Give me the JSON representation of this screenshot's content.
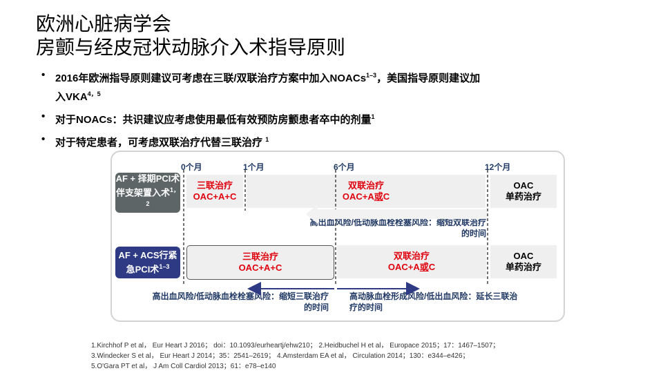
{
  "title": {
    "line1": "欧洲心脏病学会",
    "line2": "房颤与经皮冠状动脉介入术指导原则"
  },
  "bullets": [
    {
      "text_a": "2016年欧洲指导原则建议可考虑在三联/双联治疗方案中加入NOACs",
      "sup_a": "1–3",
      "text_b": "，美国指导原则建议加入VKA",
      "sup_b": "4，5"
    },
    {
      "text_a": "对于NOACs：共识建议应考虑使用最低有效预防房颤患者卒中的剂量",
      "sup_a": "1"
    },
    {
      "text_a": "对于特定患者，可考虑双联治疗代替三联治疗",
      "sup_a": "1"
    }
  ],
  "timeline": {
    "ticks": [
      "0个月",
      "1个月",
      "6个月",
      "12个月"
    ]
  },
  "row1": {
    "label": "AF + 择期PCI术伴支架置入术",
    "label_sup": "1，2",
    "triple_name": "三联治疗",
    "triple_regimen": "OAC+A+C",
    "dual_name": "双联治疗",
    "dual_regimen_a": "OAC+A",
    "dual_regimen_or": "或",
    "dual_regimen_c": "C",
    "oac_name": "OAC",
    "oac_regimen": "单药治疗",
    "note_line1": "高出血风险/低动脉血栓栓塞风险：缩短双联治疗",
    "note_line2": "的时间"
  },
  "row2": {
    "label": "AF + ACS行紧急PCI术",
    "label_sup": "1–3",
    "triple_name": "三联治疗",
    "triple_regimen": "OAC+A+C",
    "dual_name": "双联治疗",
    "dual_regimen_a": "OAC+A",
    "dual_regimen_or": "或",
    "dual_regimen_c": "C",
    "oac_name": "OAC",
    "oac_regimen": "单药治疗",
    "note_left_line1": "高出血风险/低动脉血栓栓塞风险：缩短三联治疗",
    "note_left_line2": "的时间",
    "note_right_line1": "高动脉血栓形成风险/低出血风险：延长三联治",
    "note_right_line2": "疗的时间"
  },
  "references": [
    "1.Kirchhof P et al， Eur Heart J 2016； doi：10.1093/eurheartj/ehw210； 2.Heidbuchel H et al， Europace 2015；17：1467–1507；",
    "3.Windecker S et al， Eur Heart J 2014；35：2541–2619； 4.Amsterdam EA et al， Circulation 2014；130：e344–e426；",
    "5.O'Gara PT et al， J Am Coll Cardiol 2013；61：e78–e140"
  ],
  "colors": {
    "accent_red": "#e0000e",
    "navy": "#1f3864",
    "row1_label_bg": "#5d6566",
    "row2_label_bg": "#2f3a84"
  }
}
